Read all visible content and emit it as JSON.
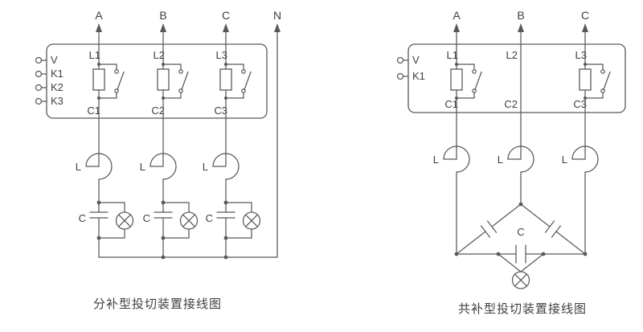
{
  "colors": {
    "line": "#58595b",
    "text": "#3f3f3f",
    "background": "#ffffff"
  },
  "icons": {
    "phase_arrow": "triangle-up-arrow",
    "lamp": "circle-with-x"
  },
  "left_diagram": {
    "caption": "分补型投切装置接线图",
    "phases": [
      "A",
      "B",
      "C",
      "N"
    ],
    "terminals": [
      "V",
      "K1",
      "K2",
      "K3"
    ],
    "switch_labels": [
      "L1",
      "L2",
      "L3"
    ],
    "output_labels": [
      "C1",
      "C2",
      "C3"
    ],
    "inductor_label": "L",
    "capacitor_label": "C"
  },
  "right_diagram": {
    "caption": "共补型投切装置接线图",
    "phases": [
      "A",
      "B",
      "C"
    ],
    "terminals": [
      "V",
      "K1"
    ],
    "switch_labels": [
      "L1",
      "L2",
      "L3"
    ],
    "output_labels": [
      "C1",
      "C2",
      "C3"
    ],
    "inductor_label": "L",
    "capacitor_label": "C"
  }
}
